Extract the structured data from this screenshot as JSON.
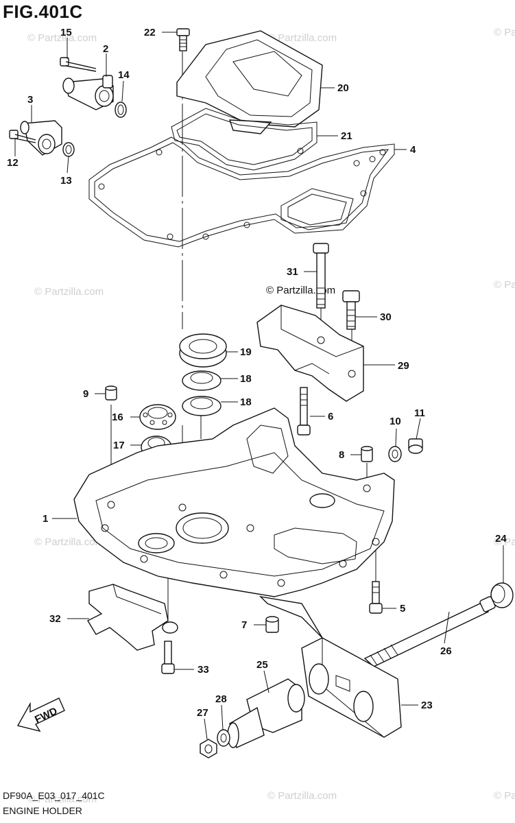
{
  "figure": {
    "title": "FIG.401C",
    "code": "DF90A_E03_017_401C",
    "name": "ENGINE HOLDER",
    "direction_label": "FWD"
  },
  "watermark": {
    "text": "© Partzilla.com"
  },
  "callouts": [
    "1",
    "2",
    "3",
    "4",
    "5",
    "6",
    "7",
    "8",
    "9",
    "10",
    "11",
    "12",
    "13",
    "14",
    "15",
    "16",
    "17",
    "18",
    "18",
    "19",
    "20",
    "21",
    "22",
    "23",
    "24",
    "25",
    "26",
    "27",
    "28",
    "29",
    "30",
    "31",
    "32",
    "33"
  ]
}
